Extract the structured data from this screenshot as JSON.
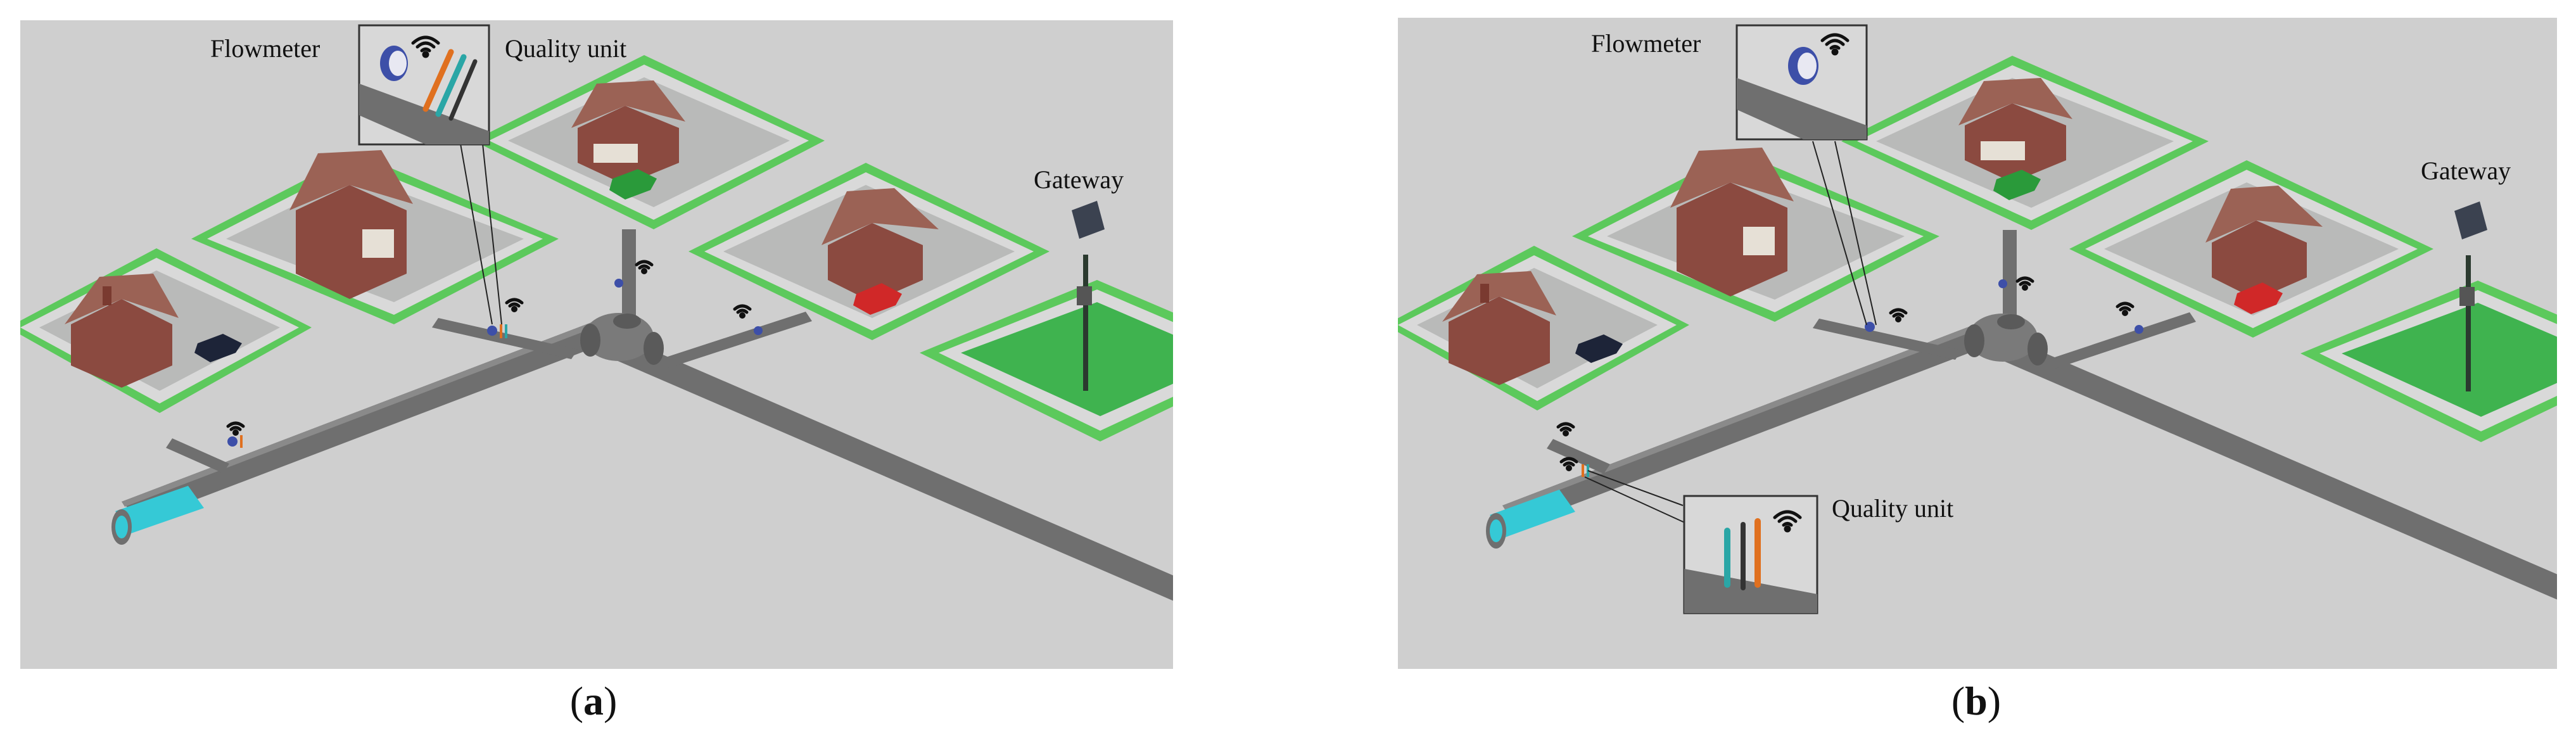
{
  "panels": [
    {
      "caption_letter": "a",
      "labels": {
        "flowmeter": "Flowmeter",
        "quality_unit": "Quality unit",
        "gateway": "Gateway"
      }
    },
    {
      "caption_letter": "b",
      "labels": {
        "flowmeter": "Flowmeter",
        "quality_unit": "Quality unit",
        "gateway": "Gateway"
      }
    }
  ],
  "colors": {
    "ground": "#cfcfcf",
    "lot_border": "#5cc95c",
    "lot_inner": "#b9bab9",
    "pipe": "#6f6f6f",
    "pipe_dark": "#4f4f4f",
    "water": "#35c9d6",
    "grass": "#3fb34f",
    "house_wall": "#8b4a40",
    "house_roof": "#9b6255",
    "car_green": "#2a9a3a",
    "car_red": "#d02828",
    "car_dark": "#1d2438",
    "probe_teal": "#2aa6a6",
    "probe_orange": "#e0701f",
    "gauge_blue": "#3d4fa8"
  }
}
